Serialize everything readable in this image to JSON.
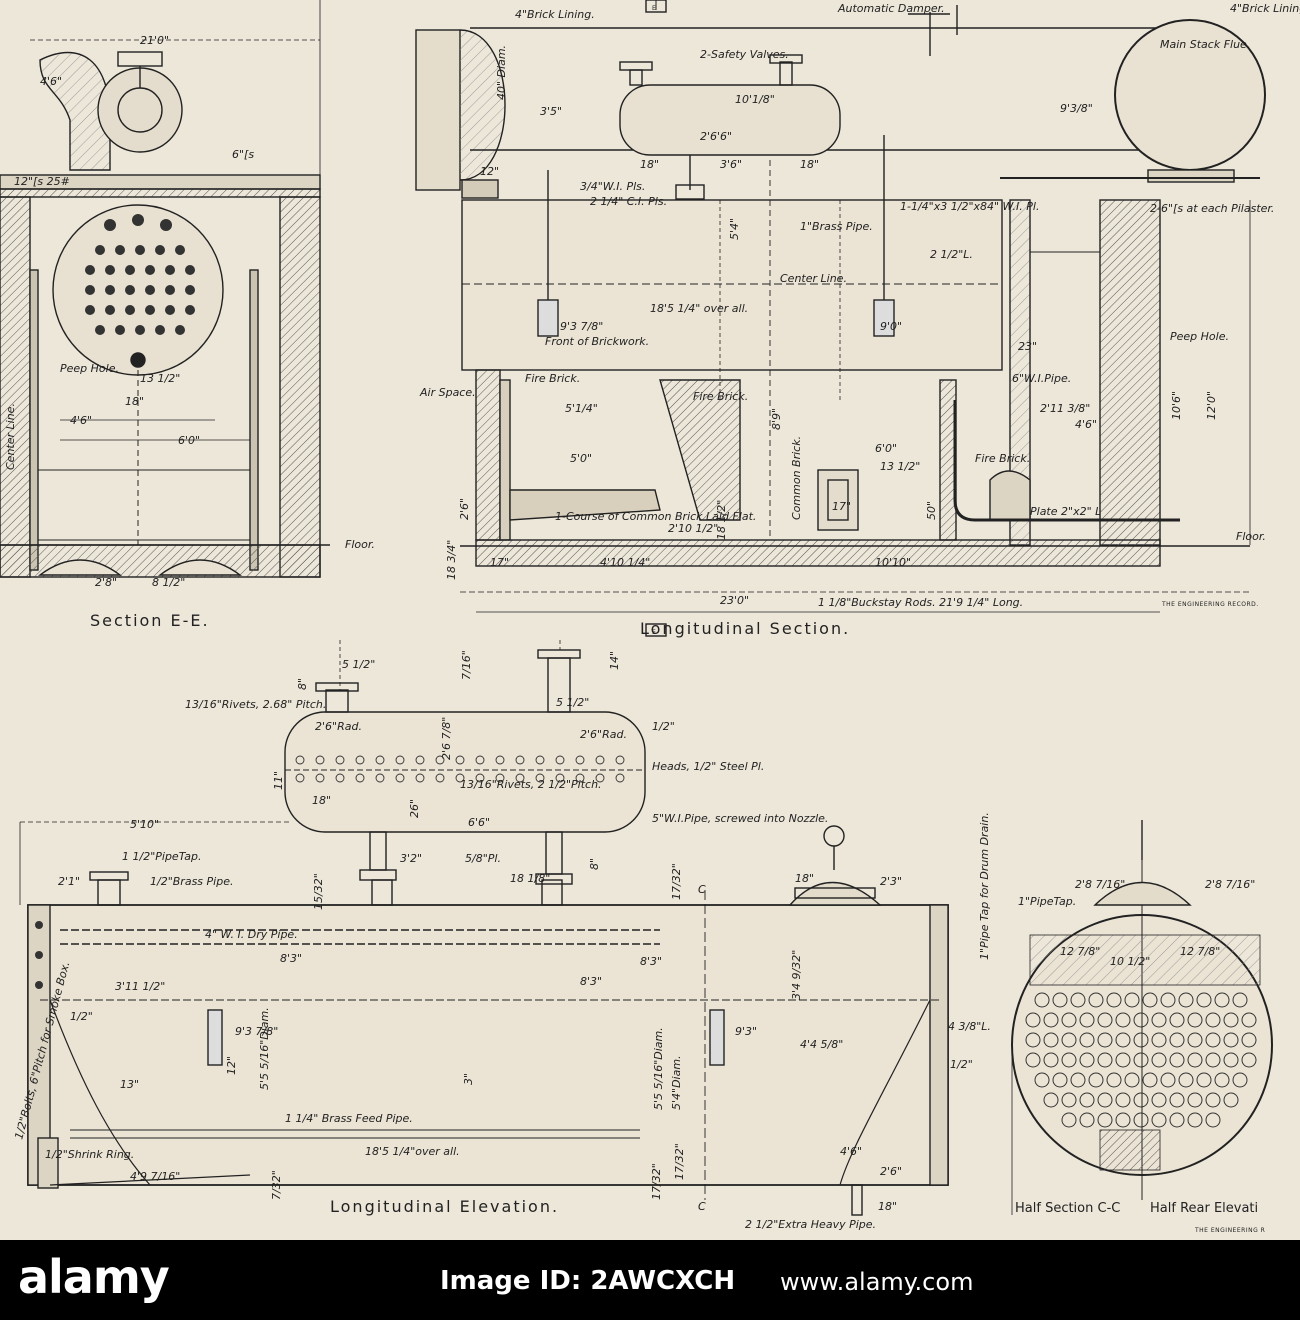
{
  "labels": {
    "automatic_damper": "Automatic Damper.",
    "brick_lining_front": "4\"Brick Lining.",
    "brick_lining_rear": "4\"Brick Lining.",
    "safety_valves": "2-Safety Valves.",
    "main_stack_flue": "Main Stack Flue.",
    "diam_40": "40\" Diam.",
    "dim_3_5": "3'5\"",
    "dim_10_1_8": "10'1/8\"",
    "dim_9_3_8": "9'3/8\"",
    "dim_2_6_6": "2'6'6\"",
    "dim_18_a": "18\"",
    "dim_3_6": "3'6\"",
    "dim_18_b": "18\"",
    "wi_pls": "3/4\"W.I. Pls.",
    "ci_pls": "2 1/4\" C.I. Pls.",
    "dim_12": "12\"",
    "brass_pipe": "1\"Brass Pipe.",
    "wi_pl_84": "1-1/4\"x3 1/2\"x84\" W.I. Pl.",
    "angle_2_5": "2 1/2\"L.",
    "channels_pilaster": "2-6\"[s at each Pilaster.",
    "center_line": "Center Line.",
    "dim_5_4": "5'4\"",
    "dim_18_5_over": "18'5 1/4\" over all.",
    "dim_9_3_7_8": "9'3 7/8\"",
    "dim_9_0": "9'0\"",
    "front_brickwork": "Front of Brickwork.",
    "dim_23": "23\"",
    "peep_hole_right": "Peep Hole.",
    "air_space": "Air Space.",
    "fire_brick_a": "Fire Brick.",
    "fire_brick_b": "Fire Brick.",
    "wi_pipe_6": "6\"W.I.Pipe.",
    "dim_5_1_4": "5'1/4\"",
    "dim_8_9": "8'9\"",
    "dim_2_11_3_8": "2'11 3/8\"",
    "dim_4_6": "4'6\"",
    "dim_10_6": "10'6\"",
    "dim_12_0": "12'0\"",
    "common_brick": "Common Brick.",
    "dim_6_0": "6'0\"",
    "dim_13_5": "13 1/2\"",
    "fire_brick_c": "Fire Brick.",
    "dim_5_0": "5'0\"",
    "dim_50": "50\"",
    "dim_2_6": "2'6\"",
    "dim_2_10_5": "2'10 1/2\"",
    "dim_18_5_2": "18 1/2\"",
    "dim_17": "17\"",
    "course_common": "1-Course of Common Brick Laid Flat.",
    "plate_angle": "Plate 2\"x2\" L",
    "floor_right": "Floor.",
    "dim_18_3_4": "18 3/4\"",
    "dim_17_b": "17\"",
    "dim_4_10_1_4": "4'10 1/4\"",
    "dim_10_10": "10'10\"",
    "dim_23_0": "23'0\"",
    "buckstay": "1 1/8\"Buckstay Rods. 21'9 1/4\" Long.",
    "section_ee_title": "Section E-E.",
    "longitudinal_section_title": "Longitudinal Section.",
    "engineering_record_top": "THE ENGINEERING RECORD.",
    "dim_21_0": "21'0\"",
    "dim_4_6_left": "4'6\"",
    "channels_6": "6\"[s",
    "channels_12": "12\"[s 25#",
    "peep_hole_left": "Peep Hole.",
    "dim_13_5_left": "13 1/2\"",
    "dim_18_left": "18\"",
    "dim_4_6_left_b": "4'6\"",
    "dim_6_0_left": "6'0\"",
    "center_line_left": "Center Line.",
    "floor_left": "Floor.",
    "dim_2_8": "2'8\"",
    "dim_8_5": "8 1/2\"",
    "dim_8": "8\"",
    "dim_5_5": "5 1/2\"",
    "dim_7_16": "7/16\"",
    "dim_14": "14\"",
    "rivets_2_68": "13/16\"Rivets, 2.68\" Pitch.",
    "rad_2_6_a": "2'6\"Rad.",
    "rad_2_6_b": "2'6\"Rad.",
    "dim_2_6_7_8": "2'6 7/8\"",
    "dim_half": "1/2\"",
    "heads_steel": "Heads, 1/2\" Steel Pl.",
    "dim_11": "11\"",
    "rivets_2_5": "13/16\"Rivets, 2 1/2\"Pitch.",
    "dim_18_drum": "18\"",
    "dim_26": "26\"",
    "dim_6_6": "6'6\"",
    "wi_pipe_5": "5\"W.I.Pipe, screwed into Nozzle.",
    "dim_5_10": "5'10\"",
    "pipe_tap_1_5": "1 1/2\"PipeTap.",
    "dim_3_2": "3'2\"",
    "dim_5_8_pl": "5/8\"Pl.",
    "dim_18_1_8": "18 1/8\"",
    "dim_8_b": "8\"",
    "dim_18_top": "18\"",
    "dim_2_3": "2'3\"",
    "dim_2_1": "2'1\"",
    "brass_pipe_5": "1/2\"Brass Pipe.",
    "dim_15_32": "15/32\"",
    "dim_17_32_a": "17/32\"",
    "pipe_tap_drum_drain": "1\"Pipe Tap for Drum Drain.",
    "bolts_smoke": "1/2\"Bolts, 6\"Pitch for Smoke Box.",
    "wi_dry_pipe": "4\" W. I. Dry Pipe.",
    "dim_8_3_a": "8'3\"",
    "dim_8_3_b": "8'3\"",
    "dim_8_3_c": "8'3\"",
    "dim_3_11_5": "3'11 1/2\"",
    "dim_3_4_9_32": "3'4 9/32\"",
    "dim_4_3_8": "4 3/8\"L.",
    "dim_half_b": "1/2\"",
    "dim_9_3_7_8_b": "9'3 7/8\"",
    "dim_9_3": "9'3\"",
    "dim_4_4_5_8": "4'4 5/8\"",
    "dim_half_c": "1/2\"",
    "diam_5_5_16_a": "5'5 5/16\"Diam.",
    "diam_5_5_16_b": "5'5 5/16\"Diam.",
    "diam_5_4": "5'4\"Diam.",
    "dim_13": "13\"",
    "dim_12_b": "12\"",
    "dim_3": "3\"",
    "brass_feed_pipe": "1 1/4\" Brass Feed Pipe.",
    "dim_18_5_over_b": "18'5 1/4\"over all.",
    "shrink_ring": "1/2\"Shrink Ring.",
    "dim_4_9_7_16": "4'9 7/16\"",
    "dim_4_6_b": "4'6\"",
    "dim_2_6_b": "2'6\"",
    "dim_17_32_b": "17/32\"",
    "dim_7_32": "7/32\"",
    "dim_17_32_c": "17/32\"",
    "dim_18_bottom": "18\"",
    "extra_heavy_pipe": "2 1/2\"Extra Heavy Pipe.",
    "longitudinal_elevation_title": "Longitudinal Elevation.",
    "section_c_a": "C",
    "section_c_b": "C",
    "pipe_tap_1": "1\"PipeTap.",
    "dim_2_8_7_16_a": "2'8 7/16\"",
    "dim_2_8_7_16_b": "2'8 7/16\"",
    "dim_12_7_8": "12 7/8\"",
    "dim_10_5": "10 1/2\"",
    "dim_12_7_8_b": "12 7/8\"",
    "half_section_title": "Half Section C-C",
    "half_rear_title": "Half Rear Elevati",
    "engineering_record_bottom": "THE ENGINEERING R",
    "section_mark_top": "E",
    "section_mark_bottom": "E"
  },
  "footer": {
    "logo_text": "alamy",
    "image_id": "Image ID: 2AWCXCH",
    "site": "www.alamy.com"
  }
}
